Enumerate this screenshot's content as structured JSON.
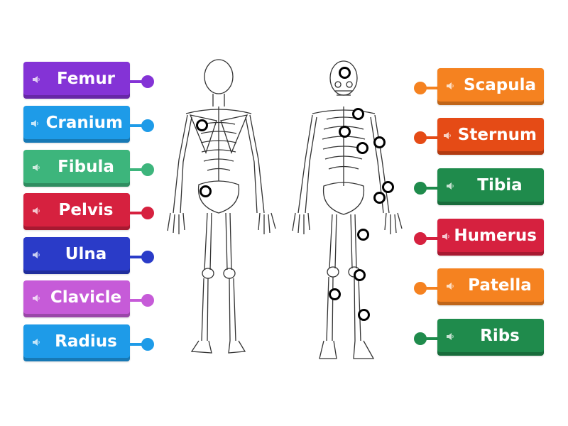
{
  "left_labels": [
    {
      "text": "Femur",
      "color": "#8433D6"
    },
    {
      "text": "Cranium",
      "color": "#1E9BE8"
    },
    {
      "text": "Fibula",
      "color": "#3DB57C"
    },
    {
      "text": "Pelvis",
      "color": "#D6213F"
    },
    {
      "text": "Ulna",
      "color": "#2A3BC8"
    },
    {
      "text": "Clavicle",
      "color": "#C65BD8"
    },
    {
      "text": "Radius",
      "color": "#1E9BE8"
    }
  ],
  "right_labels": [
    {
      "text": "Scapula",
      "color": "#F58220"
    },
    {
      "text": "Sternum",
      "color": "#E54B16"
    },
    {
      "text": "Tibia",
      "color": "#1F8B4C"
    },
    {
      "text": "Humerus",
      "color": "#D6213F"
    },
    {
      "text": "Patella",
      "color": "#F58220"
    },
    {
      "text": "Ribs",
      "color": "#1F8B4C"
    }
  ],
  "icons": {
    "speaker": "speaker-icon"
  }
}
